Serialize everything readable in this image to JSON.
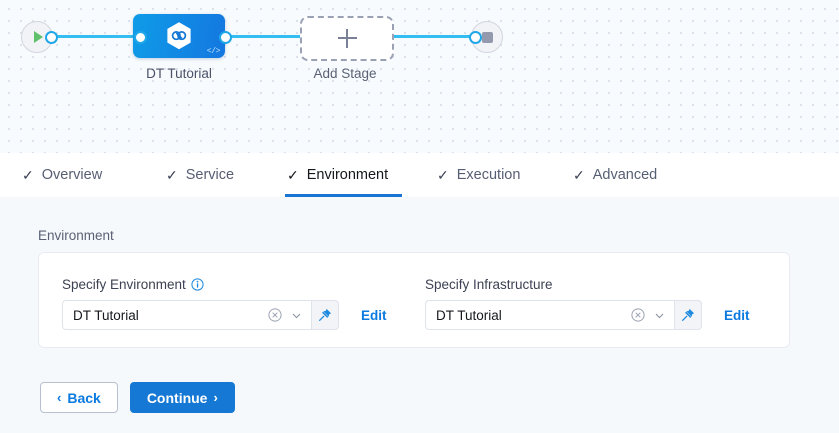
{
  "canvas": {
    "start_node": {
      "icon": "play-icon"
    },
    "end_node": {
      "icon": "stop-icon"
    },
    "stage": {
      "label": "DT Tutorial",
      "icon": "harness-hexagon-icon",
      "code_glyph": "</>"
    },
    "add_stage": {
      "label": "Add Stage",
      "icon": "plus-icon"
    }
  },
  "tabs": [
    {
      "label": "Overview",
      "check": "✓",
      "active": false
    },
    {
      "label": "Service",
      "check": "✓",
      "active": false
    },
    {
      "label": "Environment",
      "check": "✓",
      "active": true
    },
    {
      "label": "Execution",
      "check": "✓",
      "active": false
    },
    {
      "label": "Advanced",
      "check": "✓",
      "active": false
    }
  ],
  "panel": {
    "section_label": "Environment",
    "fields": [
      {
        "label": "Specify Environment",
        "has_info": true,
        "value": "DT Tutorial",
        "edit_label": "Edit"
      },
      {
        "label": "Specify Infrastructure",
        "has_info": false,
        "value": "DT Tutorial",
        "edit_label": "Edit"
      }
    ]
  },
  "footer": {
    "back_label": "Back",
    "back_caret": "‹",
    "continue_label": "Continue",
    "continue_caret": "›"
  },
  "colors": {
    "accent_blue": "#1478d4",
    "link_blue": "#0a7ae0",
    "edge_blue": "#33bdf0",
    "panel_bg": "#f6f9fc",
    "canvas_bg": "#f7fbfd"
  }
}
